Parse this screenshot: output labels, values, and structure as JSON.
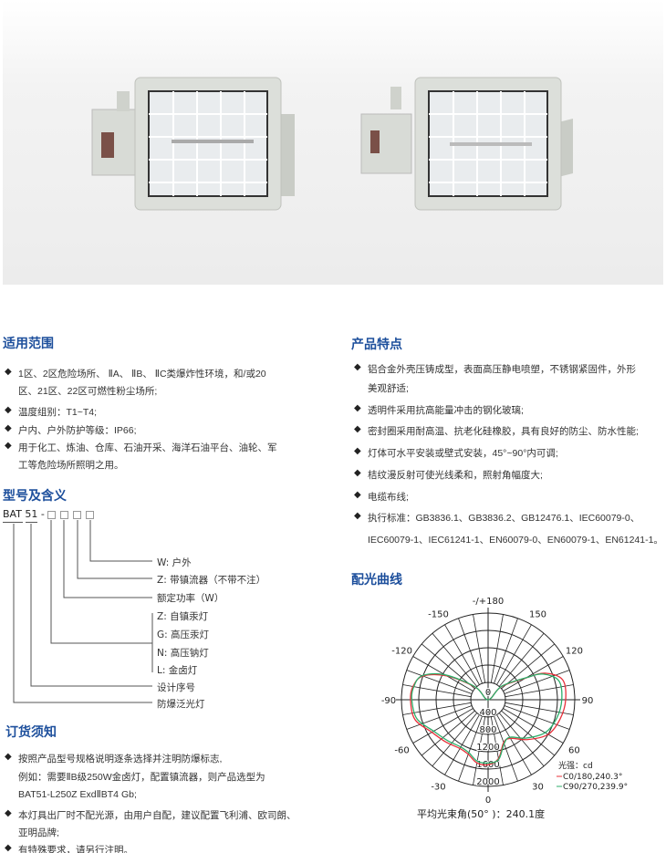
{
  "scope": {
    "title": "适用范围",
    "items": [
      {
        "lines": [
          "1区、2区危险场所、 ⅡA、 ⅡB、 ⅡC类爆炸性环境，和/或20",
          "区、21区、22区可燃性粉尘场所;"
        ]
      },
      {
        "lines": [
          "温度组别：T1~T4;"
        ]
      },
      {
        "lines": [
          "户内、户外防护等级：IP66;"
        ]
      },
      {
        "lines": [
          "用于化工、炼油、仓库、石油开采、海洋石油平台、油轮、军",
          "工等危险场所照明之用。"
        ]
      }
    ]
  },
  "model": {
    "title": "型号及含义",
    "prefix": "BAT 51 -",
    "labels": [
      "W: 户外",
      "Z: 带镇流器（不带不注）",
      "额定功率（W）",
      "Z: 自镇汞灯",
      "G: 高压汞灯",
      "N: 高压钠灯",
      "L: 金卤灯",
      "设计序号",
      "防爆泛光灯"
    ]
  },
  "order": {
    "title": "订货须知",
    "items": [
      {
        "lines": [
          "按照产品型号规格说明逐条选择并注明防爆标志,",
          "例如：需要ⅡB级250W金卤灯，配置镇流器，则产品选型为",
          "BAT51-L250Z     ExdⅡBT4  Gb;"
        ]
      },
      {
        "lines": [
          "本灯具出厂时不配光源，由用户自配，建议配置飞利浦、欧司朗、",
          "亚明品牌;"
        ]
      },
      {
        "lines": [
          "有特殊要求，请另行注明。"
        ]
      }
    ]
  },
  "features": {
    "title": "产品特点",
    "items": [
      {
        "lines": [
          "铝合金外壳压铸成型，表面高压静电喷塑，不锈钢紧固件，外形",
          "美观舒适;"
        ]
      },
      {
        "lines": [
          "透明件采用抗高能量冲击的钢化玻璃;"
        ]
      },
      {
        "lines": [
          "密封圈采用耐高温、抗老化硅橡胶，具有良好的防尘、防水性能;"
        ]
      },
      {
        "lines": [
          "灯体可水平安装或壁式安装，45°~90°内可调;"
        ]
      },
      {
        "lines": [
          "桔纹漫反射可使光线柔和，照射角幅度大;"
        ]
      },
      {
        "lines": [
          "电缆布线;"
        ]
      },
      {
        "lines": [
          "执行标准：GB3836.1、GB3836.2、GB12476.1、IEC60079-0、",
          "IEC60079-1、IEC61241-1、EN60079-0、EN60079-1、EN61241-1。"
        ]
      }
    ]
  },
  "curve": {
    "title": "配光曲线",
    "caption": "平均光束角(50° )：240.1度"
  },
  "chart_data": {
    "type": "polar",
    "angle_labels": [
      {
        "a": 180,
        "t": "-/+180"
      },
      {
        "a": -150,
        "t": "-150"
      },
      {
        "a": 150,
        "t": "150"
      },
      {
        "a": -120,
        "t": "-120"
      },
      {
        "a": 120,
        "t": "120"
      },
      {
        "a": -90,
        "t": "-90"
      },
      {
        "a": 90,
        "t": "90"
      },
      {
        "a": -60,
        "t": "-60"
      },
      {
        "a": 60,
        "t": "60"
      },
      {
        "a": -30,
        "t": "-30"
      },
      {
        "a": 30,
        "t": "30"
      },
      {
        "a": 0,
        "t": "0"
      }
    ],
    "radial_labels": [
      "0",
      "400",
      "800",
      "1200",
      "1600",
      "2000"
    ],
    "rmax": 2000,
    "legend_title": "光强：cd",
    "series": [
      {
        "name": "C0/180,240.3°",
        "color": "#e8303a",
        "points": [
          [
            0,
            1500
          ],
          [
            10,
            1380
          ],
          [
            20,
            1050
          ],
          [
            30,
            1030
          ],
          [
            45,
            1300
          ],
          [
            60,
            1600
          ],
          [
            75,
            1720
          ],
          [
            90,
            1790
          ],
          [
            105,
            1780
          ],
          [
            115,
            1450
          ],
          [
            120,
            1000
          ],
          [
            135,
            420
          ],
          [
            180,
            0
          ],
          [
            -135,
            400
          ],
          [
            -120,
            1100
          ],
          [
            -110,
            1600
          ],
          [
            -100,
            1760
          ],
          [
            -90,
            1790
          ],
          [
            -75,
            1750
          ],
          [
            -60,
            1500
          ],
          [
            -45,
            1380
          ],
          [
            -30,
            1300
          ],
          [
            -20,
            1340
          ],
          [
            -10,
            1480
          ]
        ]
      },
      {
        "name": "C90/270,239.9°",
        "color": "#2cae6a",
        "points": [
          [
            0,
            1460
          ],
          [
            10,
            1400
          ],
          [
            20,
            1080
          ],
          [
            30,
            1000
          ],
          [
            45,
            1250
          ],
          [
            60,
            1520
          ],
          [
            75,
            1640
          ],
          [
            90,
            1700
          ],
          [
            105,
            1690
          ],
          [
            115,
            1400
          ],
          [
            120,
            1020
          ],
          [
            135,
            440
          ],
          [
            180,
            0
          ],
          [
            -135,
            420
          ],
          [
            -120,
            1150
          ],
          [
            -110,
            1620
          ],
          [
            -100,
            1740
          ],
          [
            -90,
            1760
          ],
          [
            -75,
            1700
          ],
          [
            -60,
            1450
          ],
          [
            -45,
            1330
          ],
          [
            -30,
            1260
          ],
          [
            -20,
            1300
          ],
          [
            -10,
            1440
          ]
        ]
      }
    ]
  }
}
